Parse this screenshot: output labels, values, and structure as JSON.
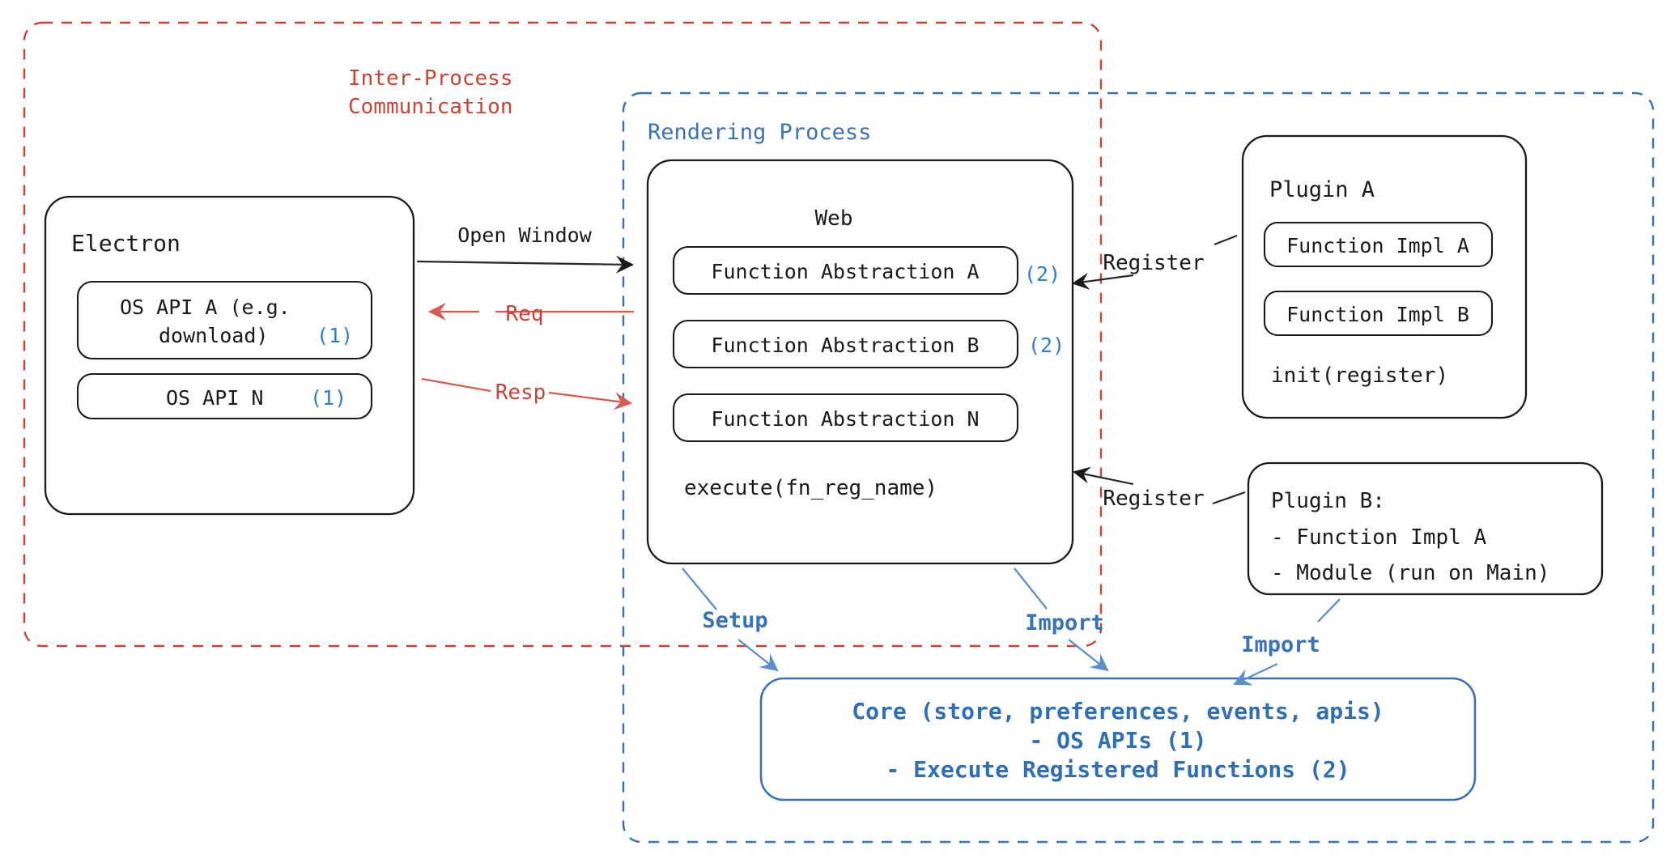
{
  "diagram": {
    "title_semantic": "electron-plugin-architecture",
    "colors": {
      "ipc_red": "#cb4335",
      "render_blue": "#3a72b8",
      "marker_blue": "#2f7fd1",
      "node_stroke": "#1a1a1a",
      "background": "#ffffff"
    }
  },
  "groups": {
    "ipc": {
      "label_line1": "Inter-Process",
      "label_line2": "Communication",
      "color": "#cb4335",
      "style": "dashed"
    },
    "rendering": {
      "label": "Rendering Process",
      "color": "#3a72b8",
      "style": "dashed"
    }
  },
  "nodes": {
    "electron": {
      "title": "Electron",
      "items": [
        {
          "text_line1": "OS API A (e.g.",
          "text_line2": "download)",
          "marker": "(1)"
        },
        {
          "text_line1": "OS API N",
          "text_line2": "",
          "marker": "(1)"
        }
      ]
    },
    "web": {
      "title": "Web",
      "abstractions": [
        {
          "label": "Function Abstraction A",
          "marker": "(2)"
        },
        {
          "label": "Function Abstraction B",
          "marker": "(2)"
        },
        {
          "label": "Function Abstraction N",
          "marker": ""
        }
      ],
      "footer": "execute(fn_reg_name)"
    },
    "plugin_a": {
      "title": "Plugin A",
      "impls": [
        "Function Impl A",
        "Function Impl B"
      ],
      "footer": "init(register)"
    },
    "plugin_b": {
      "title": "Plugin B:",
      "lines": [
        "- Function Impl A",
        "- Module (run on Main)"
      ]
    },
    "core": {
      "line1": "Core (store, preferences, events, apis)",
      "line2": "- OS APIs (1)",
      "line3": "- Execute Registered Functions (2)"
    }
  },
  "edges": {
    "open_window": {
      "label": "Open Window",
      "color": "#1a1a1a"
    },
    "req": {
      "label": "Req",
      "color": "#cb4335"
    },
    "resp": {
      "label": "Resp",
      "color": "#cb4335"
    },
    "register_a": {
      "label": "Register",
      "color": "#1a1a1a"
    },
    "register_b": {
      "label": "Register",
      "color": "#1a1a1a"
    },
    "setup": {
      "label": "Setup",
      "color": "#3a72b8"
    },
    "import_web": {
      "label": "Import",
      "color": "#3a72b8"
    },
    "import_plugin_b": {
      "label": "Import",
      "color": "#3a72b8"
    }
  }
}
